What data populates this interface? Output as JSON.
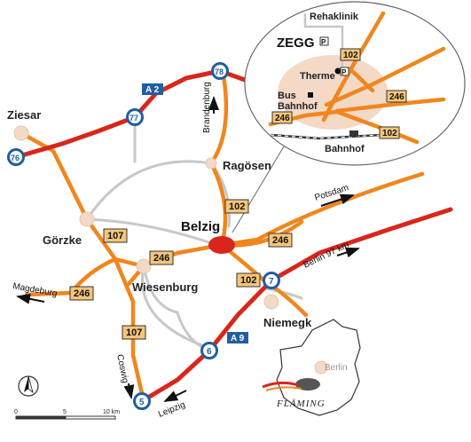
{
  "places": {
    "belzig": "Belzig",
    "ziesar": "Ziesar",
    "goerzke": "Görzke",
    "ragoesen": "Ragösen",
    "wiesenburg": "Wiesenburg",
    "niemegk": "Niemegk"
  },
  "inset": {
    "town": "ZEGG",
    "rehaklinik": "Rehaklinik",
    "therme": "Therme",
    "bus_line1": "Bus",
    "bus_line2": "Bahnhof",
    "bahnhof": "Bahnhof",
    "parking": "P",
    "roads": [
      "102",
      "246",
      "246",
      "102"
    ]
  },
  "roads": {
    "b102_north": "102",
    "b102_south": "102",
    "b107_north": "107",
    "b107_south": "107",
    "b246_east": "246",
    "b246_west": "246",
    "b246_far_west": "246"
  },
  "motorways": {
    "a2": "A 2",
    "a9": "A 9"
  },
  "exits": {
    "e76": "76",
    "e77": "77",
    "e78": "78",
    "e7": "7",
    "e6": "6",
    "e5": "5"
  },
  "directions": {
    "brandenburg": "Brandenburg",
    "potsdam": "Potsdam",
    "berlin": "Berlin 97 km",
    "magdeburg": "Magdeburg",
    "coswig": "Coswig",
    "leipzig": "Leipzig"
  },
  "region": {
    "berlin": "Berlin",
    "flaming": "FLÄMING"
  },
  "scale": {
    "zero": "0",
    "five": "5",
    "ten": "10 km"
  },
  "colors": {
    "road": "#f0861e",
    "motorway": "#d9261c",
    "minor": "#c8c8c8",
    "town": "#f3d9c6",
    "exit": "#1f5fa0"
  }
}
